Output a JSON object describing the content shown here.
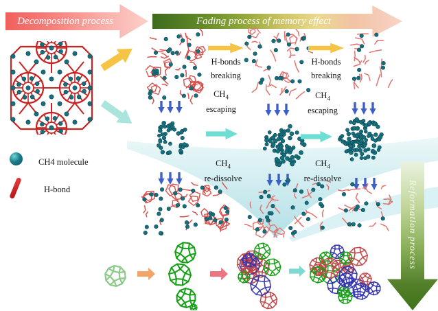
{
  "banners": {
    "decomposition": "Decomposition process",
    "fading": "Fading process of  memory effect",
    "reformation": "Reformation process"
  },
  "labels": {
    "hbonds": {
      "line1": "H-bonds",
      "line2": "breaking"
    },
    "escaping": {
      "base": "CH",
      "sub": "4",
      "line2": "escaping"
    },
    "redissolve": {
      "base": "CH",
      "sub": "4",
      "line2": "re-dissolve"
    }
  },
  "legend": {
    "ch4": "CH4 molecule",
    "hbond": "H-bond"
  },
  "colors": {
    "ch4_dot": "#17707E",
    "ch4_dot_edge": "#0B4A54",
    "h_bond": "#CC2222",
    "bond_strong": "#D9504C",
    "bond_faded": "#E2736E",
    "yellow_arrow": "#F6C445",
    "teal_arrow": "#6EDED4",
    "teal_arrow_pale": "#A9E4DD",
    "blue_arrow": "#3D5FC8",
    "orange_arrow": "#F3A469",
    "pink_arrow": "#EB7680",
    "cage_green": "#14A014",
    "cage_green_light": "#8CC98A",
    "cage_blue": "#3636B0",
    "cage_red": "#C04848"
  },
  "figures": {
    "lattice": {
      "type": "lattice",
      "bond": "#CC2222"
    },
    "r1a": {
      "type": "hydrate",
      "seed": 11,
      "rings": 8,
      "segs": 24,
      "dots": 30,
      "bond": "#D9504C"
    },
    "r1b": {
      "type": "hydrate",
      "seed": 22,
      "rings": 3,
      "segs": 30,
      "dots": 26,
      "bond": "#E2736E"
    },
    "r1c": {
      "type": "hydrate",
      "seed": 33,
      "rings": 0,
      "segs": 20,
      "dots": 9,
      "bond": "#E2736E"
    },
    "bub1": {
      "type": "bubble",
      "seed": 41,
      "dots": 38
    },
    "bub2": {
      "type": "bubble",
      "seed": 42,
      "dots": 65
    },
    "bub3": {
      "type": "bubble",
      "seed": 43,
      "dots": 100
    },
    "r3a": {
      "type": "hydrate",
      "seed": 51,
      "rings": 9,
      "segs": 22,
      "dots": 36,
      "bond": "#D9504C"
    },
    "r3b": {
      "type": "hydrate",
      "seed": 52,
      "rings": 3,
      "segs": 26,
      "dots": 30,
      "bond": "#E2736E"
    },
    "r3c": {
      "type": "hydrate",
      "seed": 53,
      "rings": 0,
      "segs": 18,
      "dots": 12,
      "bond": "#E2736E"
    },
    "cage0": {
      "type": "cage",
      "color": "#8CC98A"
    },
    "stack": {
      "type": "stack",
      "color": "#14A014"
    },
    "clu1": {
      "type": "cluster",
      "seed": 61,
      "n": 13
    },
    "clu2": {
      "type": "cluster",
      "seed": 62,
      "n": 20
    },
    "diagY": {
      "type": "harrow",
      "color": "#F6C445"
    },
    "diagT": {
      "type": "harrow",
      "color": "#A9E4DD"
    },
    "y1": {
      "type": "harrow",
      "color": "#F6C445"
    },
    "y2": {
      "type": "harrow",
      "color": "#F6C445"
    },
    "t1": {
      "type": "harrow",
      "color": "#6EDED4"
    },
    "t2": {
      "type": "harrow",
      "color": "#6EDED4"
    },
    "aOrange": {
      "type": "harrow",
      "color": "#F3A469"
    },
    "aPink": {
      "type": "harrow",
      "color": "#EB7680"
    },
    "aTeal": {
      "type": "harrow",
      "color": "#7CDAD2"
    },
    "blue1": {
      "type": "downarrows",
      "n": 3,
      "color": "#3D5FC8"
    },
    "blue2": {
      "type": "downarrows",
      "n": 3,
      "color": "#3D5FC8"
    },
    "blue3": {
      "type": "downarrows",
      "n": 3,
      "color": "#3D5FC8"
    },
    "blue4": {
      "type": "downarrows",
      "n": 3,
      "color": "#3D5FC8"
    },
    "blue5": {
      "type": "downarrows",
      "n": 3,
      "color": "#3D5FC8"
    },
    "blue6": {
      "type": "downarrows",
      "n": 3,
      "color": "#3D5FC8"
    }
  }
}
